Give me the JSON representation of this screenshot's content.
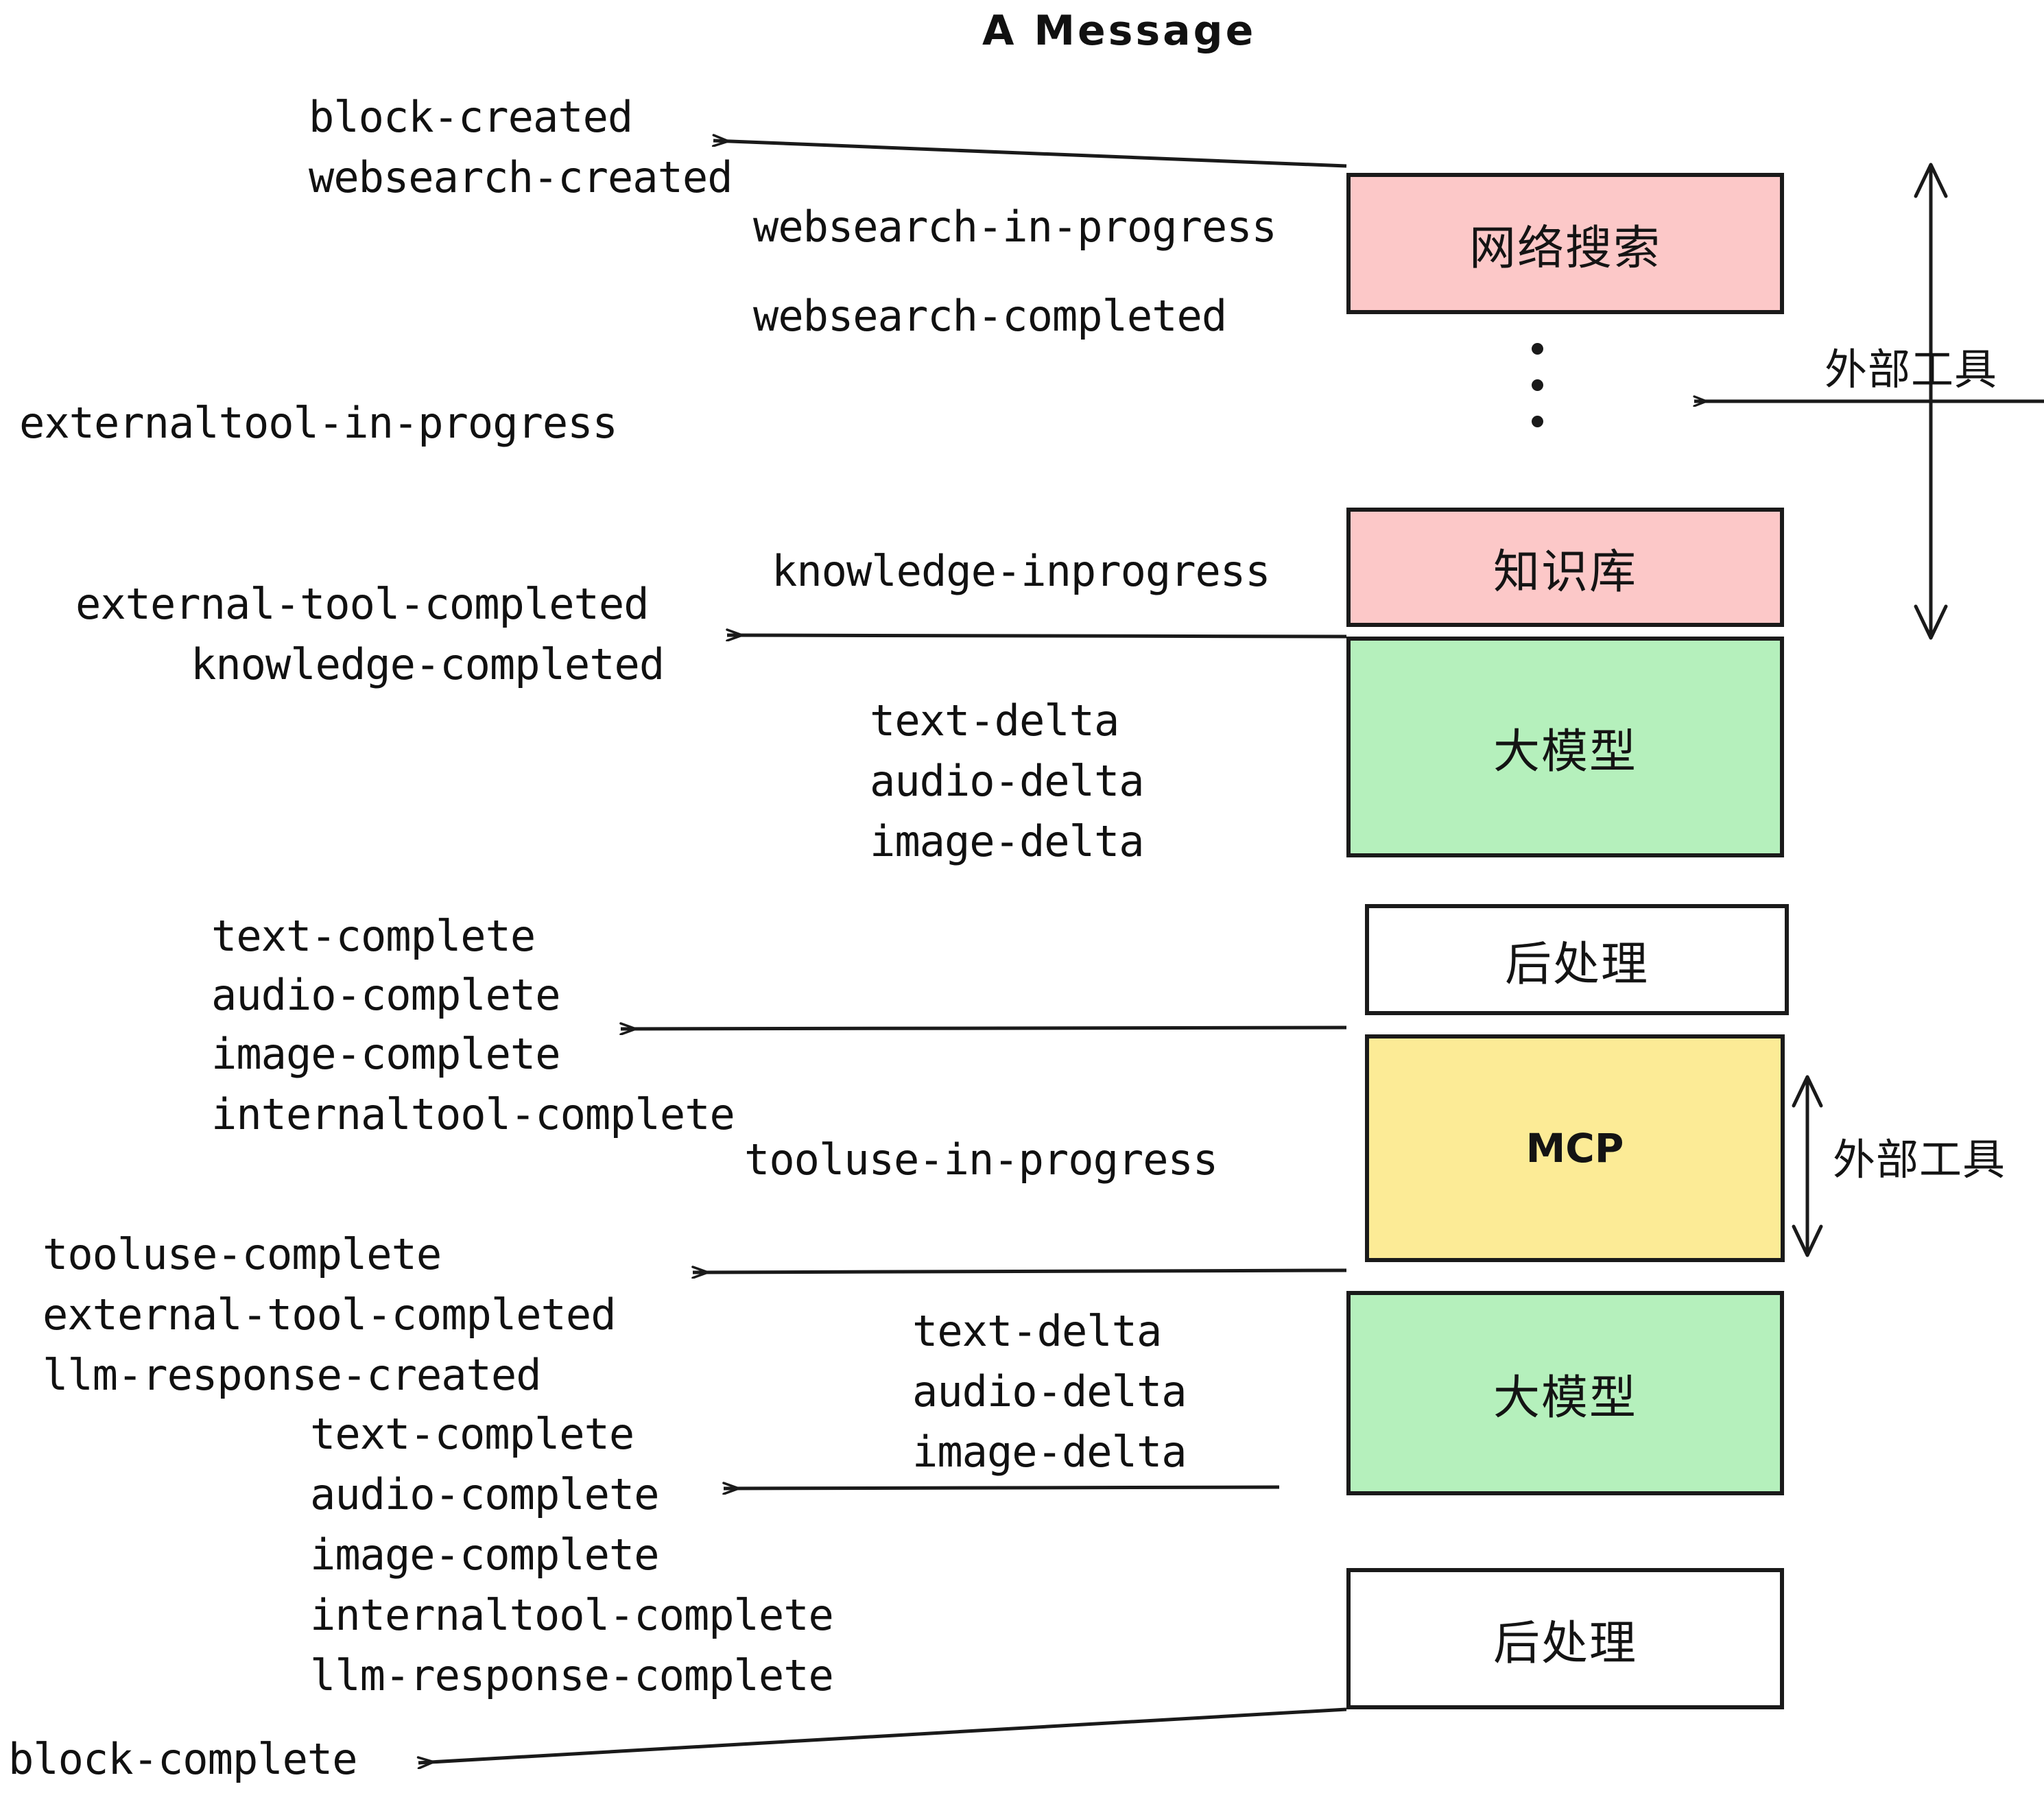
{
  "diagram": {
    "title": "A Message",
    "colors": {
      "external_tool_box": "#FCC8C8",
      "llm_box": "#B5F0BC",
      "mcp_box": "#FCEB96",
      "postprocess_box": "#FFFFFF",
      "stroke": "#1A1A1A"
    },
    "nodes": [
      {
        "id": "websearch",
        "label": "网络搜索",
        "fill": "#FCC8C8"
      },
      {
        "id": "knowledge",
        "label": "知识库",
        "fill": "#FCC8C8"
      },
      {
        "id": "llm-1",
        "label": "大模型",
        "fill": "#B5F0BC"
      },
      {
        "id": "postprocess-1",
        "label": "后处理",
        "fill": "#FFFFFF"
      },
      {
        "id": "mcp",
        "label": "MCP",
        "fill": "#FCEB96"
      },
      {
        "id": "llm-2",
        "label": "大模型",
        "fill": "#B5F0BC"
      },
      {
        "id": "postprocess-2",
        "label": "后处理",
        "fill": "#FFFFFF"
      }
    ],
    "bracket_labels": [
      {
        "id": "external-tools-top",
        "label": "外部工具"
      },
      {
        "id": "external-tools-bottom",
        "label": "外部工具"
      }
    ],
    "events": {
      "block_created": "block-created",
      "websearch_created": "websearch-created",
      "websearch_inprogress": "websearch-in-progress",
      "websearch_completed": "websearch-completed",
      "externaltool_inprogress": "externaltool-in-progress",
      "knowledge_inprogress": "knowledge-inprogress",
      "external_tool_completed_1": "external-tool-completed",
      "knowledge_completed": "knowledge-completed",
      "text_delta_1": "text-delta",
      "audio_delta_1": "audio-delta",
      "image_delta_1": "image-delta",
      "text_complete_1": "text-complete",
      "audio_complete_1": "audio-complete",
      "image_complete_1": "image-complete",
      "internaltool_complete_1": "internaltool-complete",
      "tooluse_inprogress": "tooluse-in-progress",
      "tooluse_complete": "tooluse-complete",
      "external_tool_completed_2": "external-tool-completed",
      "llm_response_created": "llm-response-created",
      "text_delta_2": "text-delta",
      "audio_delta_2": "audio-delta",
      "image_delta_2": "image-delta",
      "text_complete_2": "text-complete",
      "audio_complete_2": "audio-complete",
      "image_complete_2": "image-complete",
      "internaltool_complete_2": "internaltool-complete",
      "llm_response_complete": "llm-response-complete",
      "block_complete": "block-complete"
    }
  }
}
